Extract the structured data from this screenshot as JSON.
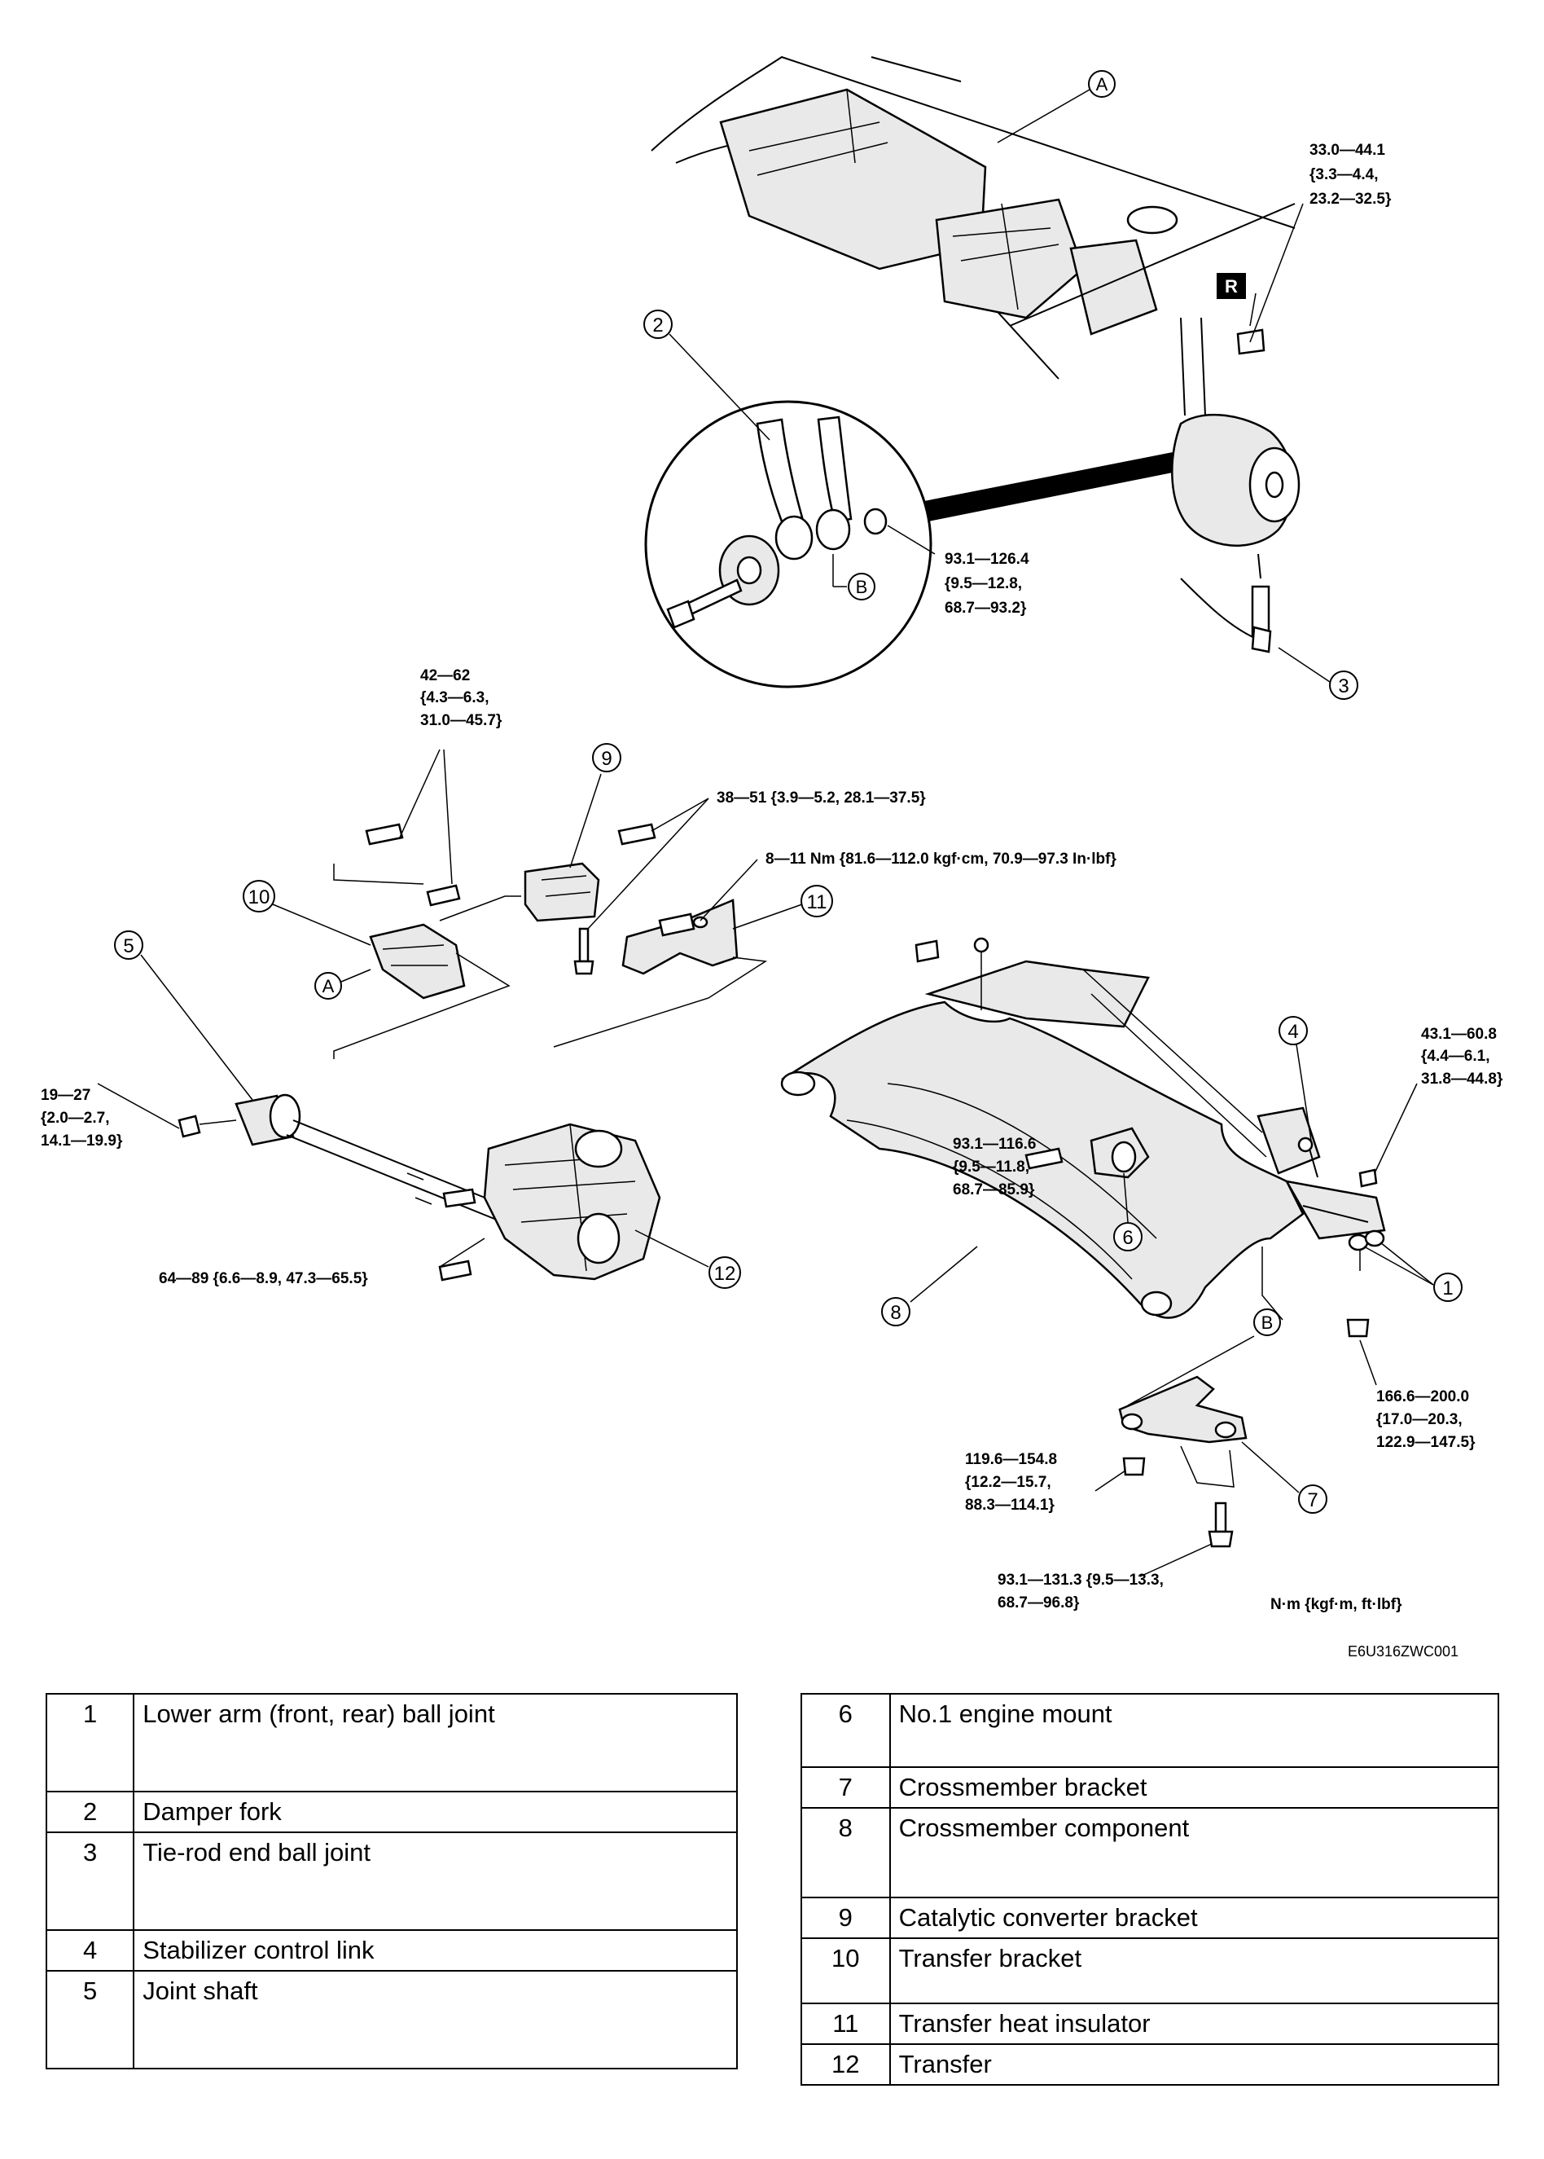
{
  "torque_specs": {
    "t_knuckle_nut": [
      "33.0—44.1",
      "{3.3—4.4,",
      "23.2—32.5}"
    ],
    "t_damper_bolt": [
      "93.1—126.4",
      "{9.5—12.8,",
      "68.7—93.2}"
    ],
    "t_bracket_upper": [
      "42—62",
      "{4.3—6.3,",
      "31.0—45.7}"
    ],
    "t_converter_bracket": [
      "38—51 {3.9—5.2, 28.1—37.5}"
    ],
    "t_insulator": [
      "8—11 Nm {81.6—112.0 kgf·cm, 70.9—97.3 In·lbf}"
    ],
    "t_joint_shaft": [
      "19—27",
      "{2.0—2.7,",
      "14.1—19.9}"
    ],
    "t_stabilizer_nut": [
      "43.1—60.8",
      "{4.4—6.1,",
      "31.8—44.8}"
    ],
    "t_engine_mount": [
      "93.1—116.6",
      "{9.5—11.8,",
      "68.7—85.9}"
    ],
    "t_transfer": [
      "64—89 {6.6—8.9, 47.3—65.5}"
    ],
    "t_ball_joint_nut": [
      "166.6—200.0",
      "{17.0—20.3,",
      "122.9—147.5}"
    ],
    "t_bracket_nut": [
      "119.6—154.8",
      "{12.2—15.7,",
      "88.3—114.1}"
    ],
    "t_bracket_bolt": [
      "93.1—131.3 {9.5—13.3,",
      "68.7—96.8}"
    ]
  },
  "units_label": "N·m {kgf·m, ft·lbf}",
  "figure_code": "E6U316ZWC001",
  "replace_badge": "R",
  "reference_letters": {
    "a": "A",
    "b": "B"
  },
  "callouts": [
    "1",
    "2",
    "3",
    "4",
    "5",
    "6",
    "7",
    "8",
    "9",
    "10",
    "11",
    "12"
  ],
  "legend_left": [
    {
      "num": "1",
      "desc": "Lower arm (front, rear) ball joint"
    },
    {
      "num": "2",
      "desc": "Damper fork"
    },
    {
      "num": "3",
      "desc": "Tie-rod end ball joint"
    },
    {
      "num": "4",
      "desc": "Stabilizer control link"
    },
    {
      "num": "5",
      "desc": "Joint shaft"
    }
  ],
  "legend_right": [
    {
      "num": "6",
      "desc": "No.1 engine mount"
    },
    {
      "num": "7",
      "desc": "Crossmember bracket"
    },
    {
      "num": "8",
      "desc": "Crossmember component"
    },
    {
      "num": "9",
      "desc": "Catalytic converter bracket"
    },
    {
      "num": "10",
      "desc": "Transfer bracket"
    },
    {
      "num": "11",
      "desc": "Transfer heat insulator"
    },
    {
      "num": "12",
      "desc": "Transfer"
    }
  ]
}
